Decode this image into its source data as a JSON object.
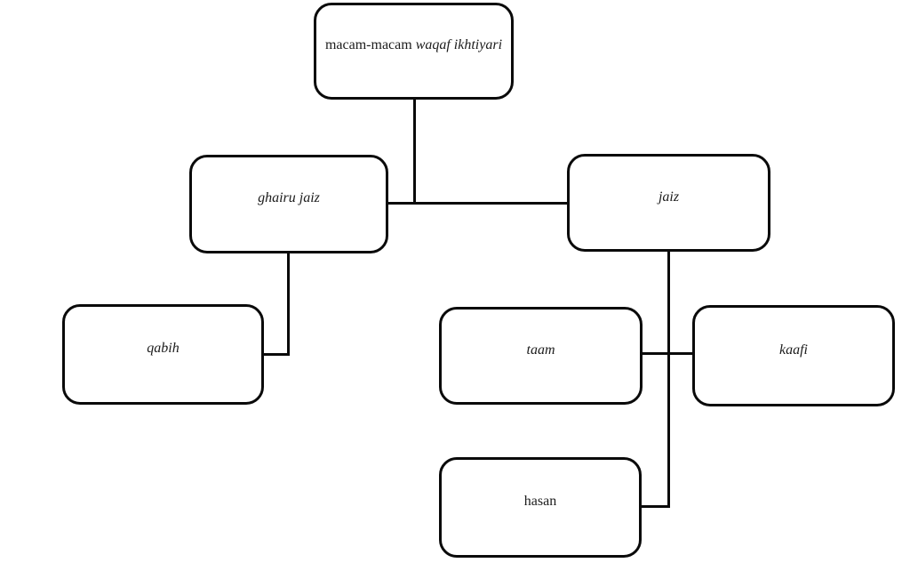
{
  "diagram": {
    "nodes": {
      "root": {
        "label_regular": "macam-macam",
        "label_italic": "waqaf ikhtiyari"
      },
      "ghairu_jaiz": {
        "label": "ghairu jaiz"
      },
      "jaiz": {
        "label": "jaiz"
      },
      "qabih": {
        "label": "qabih"
      },
      "taam": {
        "label": "taam"
      },
      "kaafi": {
        "label": "kaafi"
      },
      "hasan": {
        "label": "hasan"
      }
    },
    "edges": [
      {
        "from": "macam-macam waqaf ikhtiyari",
        "to": "ghairu jaiz"
      },
      {
        "from": "macam-macam waqaf ikhtiyari",
        "to": "jaiz"
      },
      {
        "from": "ghairu jaiz",
        "to": "qabih"
      },
      {
        "from": "jaiz",
        "to": "taam"
      },
      {
        "from": "jaiz",
        "to": "kaafi"
      },
      {
        "from": "jaiz",
        "to": "hasan"
      }
    ]
  }
}
